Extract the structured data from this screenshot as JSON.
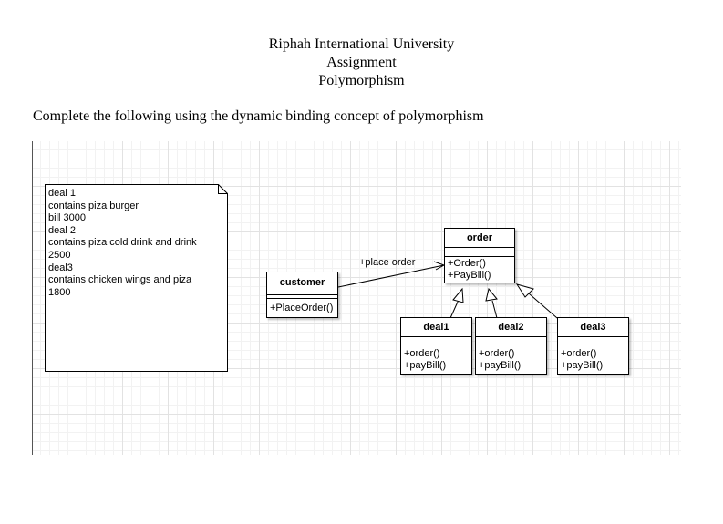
{
  "header": {
    "line1": "Riphah International University",
    "line2": "Assignment",
    "line3": "Polymorphism"
  },
  "instruction": "Complete the following using the dynamic binding concept of polymorphism",
  "diagram": {
    "note_lines": [
      "deal 1",
      "contains piza burger",
      "bill 3000",
      "deal 2",
      "contains piza cold drink and drink",
      "2500",
      "deal3",
      "contains chicken wings and piza",
      "1800"
    ],
    "customer": {
      "name": "customer",
      "ops": [
        "+PlaceOrder()"
      ]
    },
    "order": {
      "name": "order",
      "ops": [
        "+Order()",
        "+PayBill()"
      ]
    },
    "deal1": {
      "name": "deal1",
      "ops": [
        "+order()",
        "+payBill()"
      ]
    },
    "deal2": {
      "name": "deal2",
      "ops": [
        "+order()",
        "+payBill()"
      ]
    },
    "deal3": {
      "name": "deal3",
      "ops": [
        "+order()",
        "+payBill()"
      ]
    },
    "association_label": "+place order"
  }
}
